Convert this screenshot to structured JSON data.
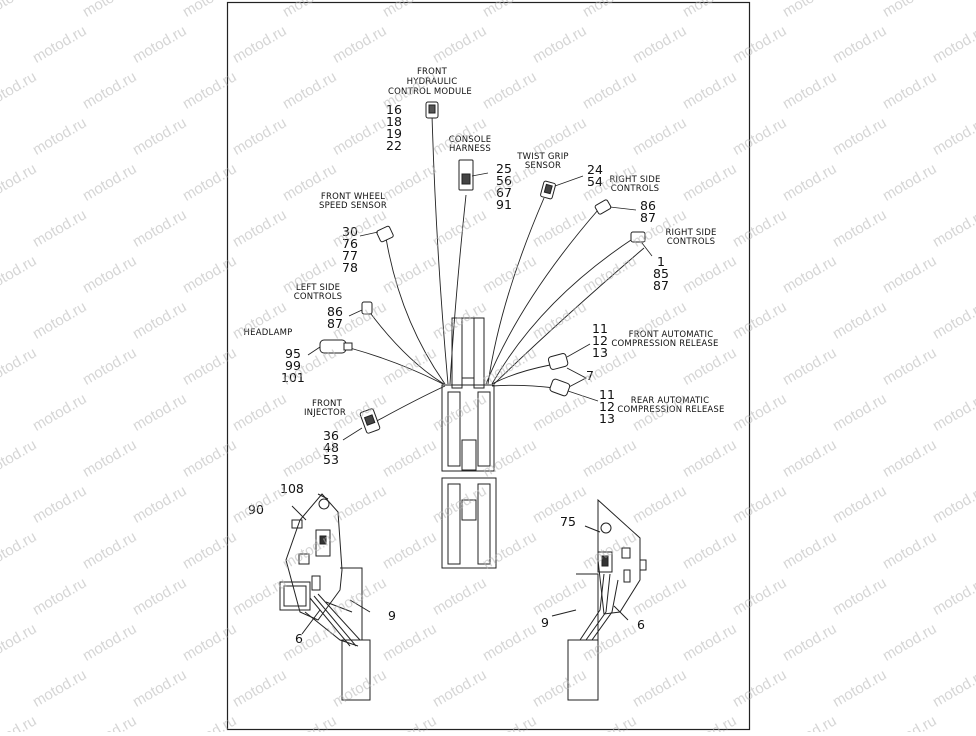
{
  "watermark": "motod.ru",
  "labels": {
    "front_hcm": [
      "FRONT",
      "HYDRAULIC",
      "CONTROL MODULE"
    ],
    "front_hcm_nums": [
      "16",
      "18",
      "19",
      "22"
    ],
    "console_harness": [
      "CONSOLE",
      "HARNESS"
    ],
    "console_nums": [
      "25",
      "56",
      "67",
      "91"
    ],
    "twist_grip": [
      "TWIST GRIP",
      "SENSOR"
    ],
    "twist_nums": [
      "24",
      "54"
    ],
    "right_side_a": [
      "RIGHT SIDE",
      "CONTROLS"
    ],
    "right_a_nums": [
      "86",
      "87"
    ],
    "right_side_b": [
      "RIGHT SIDE",
      "CONTROLS"
    ],
    "right_b_nums": [
      "1",
      "85",
      "87"
    ],
    "front_wheel": [
      "FRONT WHEEL",
      "SPEED SENSOR"
    ],
    "front_wheel_nums": [
      "30",
      "76",
      "77",
      "78"
    ],
    "left_side": [
      "LEFT SIDE",
      "CONTROLS"
    ],
    "left_nums": [
      "86",
      "87"
    ],
    "headlamp": [
      "HEADLAMP"
    ],
    "headlamp_nums": [
      "95",
      "99",
      "101"
    ],
    "front_injector": [
      "FRONT",
      "INJECTOR"
    ],
    "injector_nums": [
      "36",
      "48",
      "53"
    ],
    "front_acr": [
      "FRONT AUTOMATIC",
      "COMPRESSION RELEASE"
    ],
    "front_acr_nums": [
      "11",
      "12",
      "13"
    ],
    "rear_acr": [
      "REAR AUTOMATIC",
      "COMPRESSION RELEASE"
    ],
    "rear_acr_nums": [
      "11",
      "12",
      "13"
    ],
    "callout_7": "7",
    "left_bracket": {
      "c108": "108",
      "c90": "90",
      "c9": "9",
      "c6": "6"
    },
    "right_bracket": {
      "c75": "75",
      "c9": "9",
      "c6": "6"
    }
  }
}
